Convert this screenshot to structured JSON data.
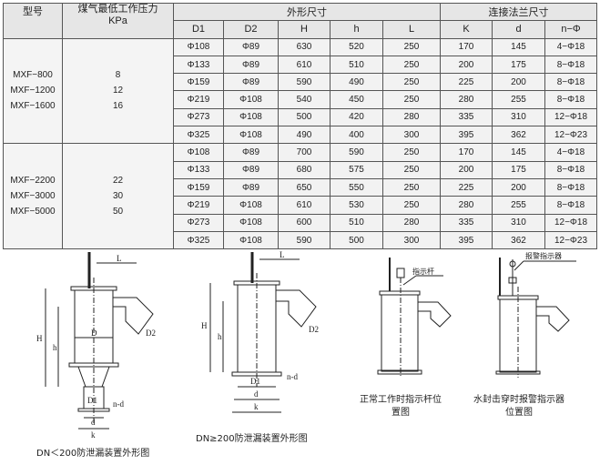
{
  "table": {
    "headers": {
      "model": "型号",
      "pressure": "煤气最低工作压力",
      "pressure_unit": "KPa",
      "outer": "外形尺寸",
      "flange": "连接法兰尺寸",
      "cols": [
        "D1",
        "D2",
        "H",
        "h",
        "L",
        "K",
        "d",
        "n−Φ"
      ]
    },
    "groups": [
      {
        "models": [
          "MXF−800",
          "MXF−1200",
          "MXF−1600"
        ],
        "pressures": [
          "8",
          "12",
          "16"
        ],
        "rows": [
          [
            "Φ108",
            "Φ89",
            "630",
            "520",
            "250",
            "170",
            "145",
            "4−Φ18"
          ],
          [
            "Φ133",
            "Φ89",
            "610",
            "510",
            "250",
            "200",
            "175",
            "8−Φ18"
          ],
          [
            "Φ159",
            "Φ89",
            "590",
            "490",
            "250",
            "225",
            "200",
            "8−Φ18"
          ],
          [
            "Φ219",
            "Φ108",
            "540",
            "450",
            "250",
            "280",
            "255",
            "8−Φ18"
          ],
          [
            "Φ273",
            "Φ108",
            "500",
            "420",
            "280",
            "335",
            "310",
            "12−Φ18"
          ],
          [
            "Φ325",
            "Φ108",
            "490",
            "400",
            "300",
            "395",
            "362",
            "12−Φ23"
          ]
        ]
      },
      {
        "models": [
          "MXF−2200",
          "MXF−3000",
          "MXF−5000"
        ],
        "pressures": [
          "22",
          "30",
          "50"
        ],
        "rows": [
          [
            "Φ108",
            "Φ89",
            "700",
            "590",
            "250",
            "170",
            "145",
            "4−Φ18"
          ],
          [
            "Φ133",
            "Φ89",
            "680",
            "575",
            "250",
            "200",
            "175",
            "8−Φ18"
          ],
          [
            "Φ159",
            "Φ89",
            "650",
            "550",
            "250",
            "225",
            "200",
            "8−Φ18"
          ],
          [
            "Φ219",
            "Φ108",
            "610",
            "530",
            "250",
            "280",
            "255",
            "8−Φ18"
          ],
          [
            "Φ273",
            "Φ108",
            "600",
            "510",
            "280",
            "335",
            "310",
            "12−Φ18"
          ],
          [
            "Φ325",
            "Φ108",
            "590",
            "500",
            "300",
            "395",
            "362",
            "12−Φ23"
          ]
        ]
      }
    ]
  },
  "drawings": {
    "labels": {
      "L": "L",
      "D2": "D2",
      "H": "H",
      "h": "h",
      "D": "D",
      "D1": "D1",
      "d": "d",
      "k": "k",
      "nd": "n-d",
      "indicator_rod": "指示杆",
      "alarm": "报警指示器"
    },
    "captions": [
      "DN＜200防泄漏装置外形图",
      "DN≥200防泄漏装置外形图",
      "正常工作时指示杆位置图",
      "水封击穿时报警指示器位置图"
    ]
  }
}
